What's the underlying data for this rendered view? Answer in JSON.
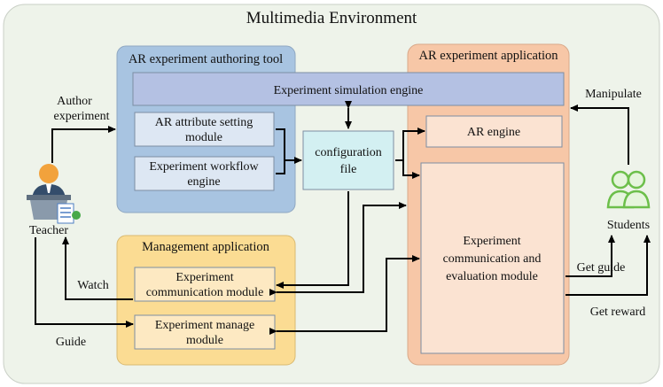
{
  "title": "Multimedia Environment",
  "groups": {
    "authoring": {
      "label": "AR experiment authoring tool",
      "color": "#a8c4e1"
    },
    "application": {
      "label": "AR experiment application",
      "color": "#f7c7a7"
    },
    "management": {
      "label": "Management application",
      "color": "#fbdc93"
    }
  },
  "boxes": {
    "simulation_engine": [
      "Experiment simulation engine"
    ],
    "ar_attribute": [
      "AR attribute setting",
      "module"
    ],
    "workflow_engine": [
      "Experiment workflow",
      "engine"
    ],
    "config_file": [
      "configuration",
      "file"
    ],
    "ar_engine": [
      "AR engine"
    ],
    "comm_eval": [
      "Experiment",
      "communication  and",
      "evaluation module"
    ],
    "comm_module": [
      "Experiment",
      "communication module"
    ],
    "manage_module": [
      "Experiment manage",
      "module"
    ]
  },
  "actors": {
    "teacher": "Teacher",
    "students": "Students"
  },
  "labels": {
    "author": [
      "Author",
      "experiment"
    ],
    "manipulate": "Manipulate",
    "watch": "Watch",
    "guide": "Guide",
    "get_guide": "Get guide",
    "get_reward": "Get reward"
  },
  "colors": {
    "environment_bg": "#eef3ea",
    "simulation_engine": "#b4c1e3",
    "inner_box_blue": "#dde7f3",
    "config_file": "#d3f0f2",
    "inner_box_orange": "#fbe3d2",
    "inner_box_yellow": "#fde9c2",
    "students_green": "#6cbf4a"
  }
}
